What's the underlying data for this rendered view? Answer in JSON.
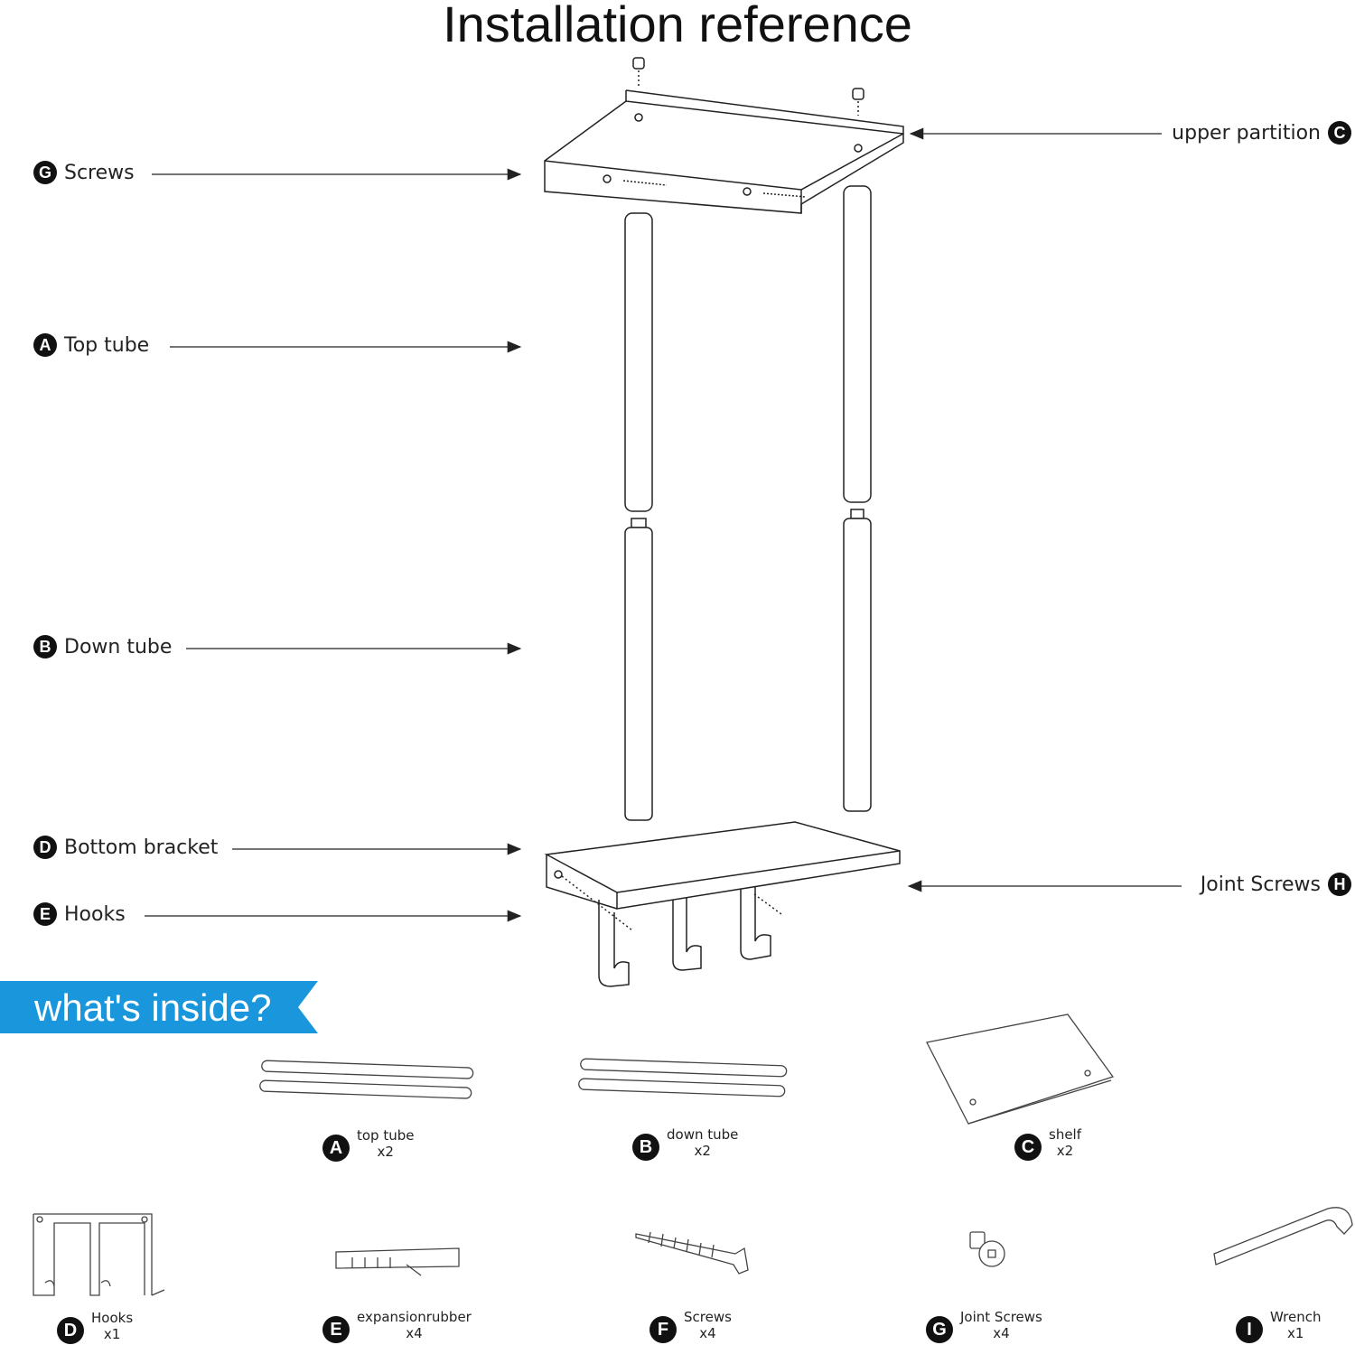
{
  "title": "Installation reference",
  "callouts_left": [
    {
      "letter": "G",
      "label": "Screws"
    },
    {
      "letter": "A",
      "label": "Top tube"
    },
    {
      "letter": "B",
      "label": "Down tube"
    },
    {
      "letter": "D",
      "label": "Bottom bracket"
    },
    {
      "letter": "E",
      "label": "Hooks"
    }
  ],
  "callouts_right": [
    {
      "letter": "C",
      "label": "upper partition"
    },
    {
      "letter": "H",
      "label": "Joint Screws"
    }
  ],
  "banner": {
    "text": "what's inside?",
    "color": "#1a96dc"
  },
  "parts": [
    {
      "letter": "A",
      "name": "top tube",
      "qty": "x2"
    },
    {
      "letter": "B",
      "name": "down tube",
      "qty": "x2"
    },
    {
      "letter": "C",
      "name": "shelf",
      "qty": "x2"
    },
    {
      "letter": "D",
      "name": "Hooks",
      "qty": "x1"
    },
    {
      "letter": "E",
      "name": "expansionrubber",
      "qty": "x4"
    },
    {
      "letter": "F",
      "name": "Screws",
      "qty": "x4"
    },
    {
      "letter": "G",
      "name": "Joint Screws",
      "qty": "x4"
    },
    {
      "letter": "I",
      "name": "Wrench",
      "qty": "x1"
    }
  ]
}
